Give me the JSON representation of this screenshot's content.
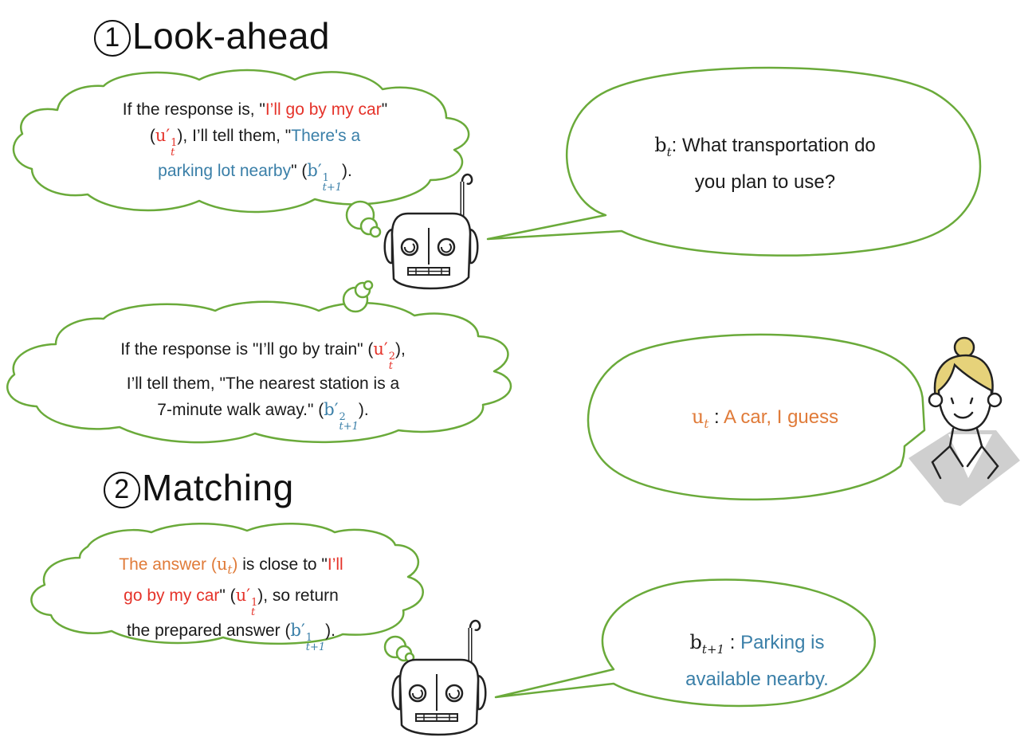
{
  "headings": {
    "look_ahead": {
      "number": "1",
      "label": "Look-ahead"
    },
    "matching": {
      "number": "2",
      "label": "Matching"
    }
  },
  "colors": {
    "bubble_stroke": "#6aaa3a",
    "user_predicted": "#e5332a",
    "bot_prepared": "#3a7fa8",
    "user_actual": "#e07b39",
    "hair": "#e6d27a",
    "suit": "#cfcfcf"
  },
  "thought_1": {
    "line1_a": "If the response is, \"",
    "line1_b": "I’ll go by my car",
    "line1_c": "\"",
    "u_sym": "u′",
    "u_sup": "1",
    "u_sub": "t",
    "line2_b": "), I’ll tell them, \"",
    "line2_c": "There's a",
    "line3_a": "parking lot nearby",
    "line3_b": "\" (",
    "b_sym": "b′",
    "b_sup": "1",
    "b_sub": "t+1",
    "line3_c": ")."
  },
  "thought_2": {
    "line1_a": "If the response is \"I’ll go by train\" (",
    "u_sym": "u′",
    "u_sup": "2",
    "u_sub": "t",
    "line1_b": "),",
    "line2": "I’ll tell them, \"The nearest station is a",
    "line3_a": "7-minute walk away.\" (",
    "b_sym": "b′",
    "b_sup": "2",
    "b_sub": "t+1",
    "line3_b": ")."
  },
  "thought_3": {
    "line1_a": "The answer (",
    "u_sym": "u",
    "u_sub": "t",
    "line1_b": ")",
    "line1_c": " is close to \"",
    "line1_d": "I’ll",
    "line2_a": "go by my car",
    "line2_b": "\" (",
    "u2_sym": "u′",
    "u2_sup": "1",
    "u2_sub": "t",
    "line2_c": "), so return",
    "line3_a": "the prepared answer (",
    "b_sym": "b′",
    "b_sup": "1",
    "b_sub": "t+1",
    "line3_b": ")."
  },
  "speech_bot_question": {
    "sym": "b",
    "sub": "t",
    "text_line1": ": What transportation do",
    "text_line2": "you plan to use?"
  },
  "speech_user_answer": {
    "sym": "u",
    "sub": "t",
    "sep": " : ",
    "text": "A car, I guess"
  },
  "speech_bot_answer": {
    "sym": "b",
    "sub": "t+1",
    "sep": " : ",
    "text_line1": "Parking is",
    "text_line2": "available nearby."
  },
  "icons": {
    "robot": "robot-icon",
    "user": "woman-user-icon"
  }
}
